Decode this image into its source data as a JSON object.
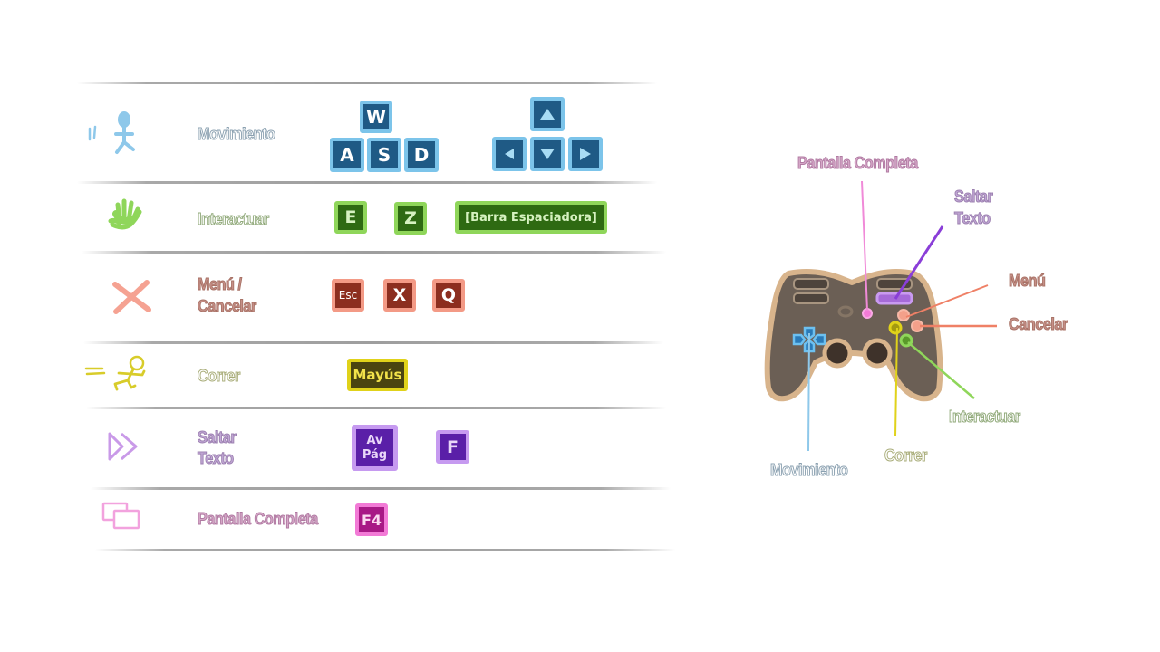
{
  "controls": [
    {
      "id": "movement",
      "label": "Movimiento",
      "color": "#5a8fb8",
      "icon": "stick-figure-walking-icon",
      "keys": [
        "W",
        "A",
        "S",
        "D"
      ],
      "alt_keys": [
        "up-arrow",
        "left-arrow",
        "down-arrow",
        "right-arrow"
      ]
    },
    {
      "id": "interact",
      "label": "Interactuar",
      "color": "#7fb24a",
      "icon": "hand-icon",
      "keys": [
        "E",
        "Z",
        "[Barra Espaciadora]"
      ]
    },
    {
      "id": "menu",
      "label_line1": "Menú /",
      "label_line2": "Cancelar",
      "color": "#b86a5a",
      "icon": "x-cross-icon",
      "keys": [
        "Esc",
        "X",
        "Q"
      ]
    },
    {
      "id": "run",
      "label": "Correr",
      "color": "#a4a43a",
      "icon": "running-figure-icon",
      "keys": [
        "Mayús"
      ]
    },
    {
      "id": "skip",
      "label_line1": "Saltar",
      "label_line2": "Texto",
      "color": "#9c74b8",
      "icon": "fast-forward-icon",
      "keys": [
        "Av",
        "Pág",
        "F"
      ]
    },
    {
      "id": "fullscreen",
      "label": "Pantalla Completa",
      "color": "#c06aa8",
      "icon": "windows-icon",
      "keys": [
        "F4"
      ]
    }
  ],
  "controller": {
    "labels": {
      "fullscreen": "Pantalla Completa",
      "skip_line1": "Saltar",
      "skip_line2": "Texto",
      "menu": "Menú",
      "cancel": "Cancelar",
      "interact": "Interactuar",
      "run": "Correr",
      "movement": "Movimiento"
    }
  },
  "colors": {
    "movement_key_bg": "#1f5a85",
    "movement_key_border": "#7cc4ea",
    "interact_key_bg": "#2e6a12",
    "interact_key_border": "#8fd65a",
    "menu_key_bg": "#8c2e1f",
    "menu_key_border": "#f39a86",
    "run_key_bg": "#4a4410",
    "run_key_border": "#e0d21a",
    "run_key_text": "#f2e24a",
    "skip_key_bg": "#5a1fa8",
    "skip_key_border": "#c69af0",
    "fullscreen_key_bg": "#a81886",
    "fullscreen_key_border": "#f27ad6",
    "controller_body": "#6b5f55",
    "controller_outline": "#d8b48c"
  }
}
